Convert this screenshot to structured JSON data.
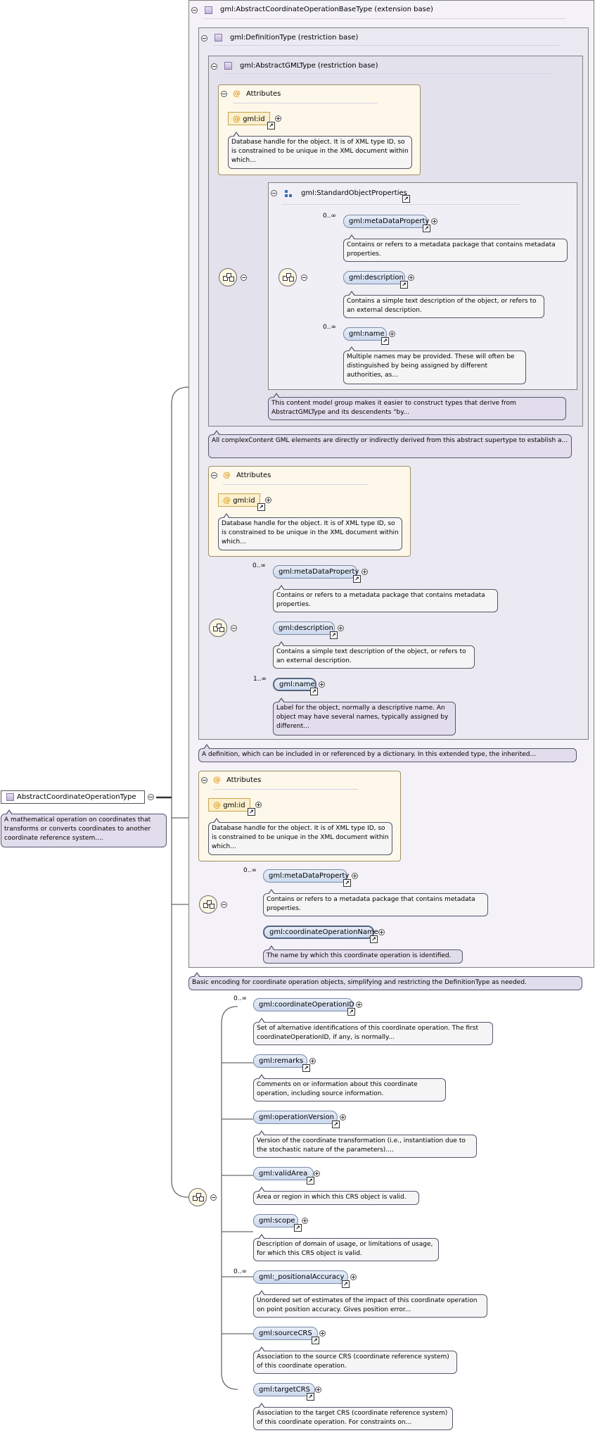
{
  "root": {
    "name": "AbstractCoordinateOperationType",
    "annotation": "A mathematical operation on coordinates that transforms or converts coordinates to another coordinate reference system...."
  },
  "base1": {
    "title": "gml:AbstractCoordinateOperationBaseType (extension base)",
    "annotation": "Basic encoding for coordinate operation objects, simplifying and restricting the DefinitionType as needed."
  },
  "base2": {
    "title": "gml:DefinitionType (restriction base)",
    "annotation": "A definition, which can be included in or referenced by a dictionary. In this extended type, the inherited..."
  },
  "base3": {
    "title": "gml:AbstractGMLType (restriction base)",
    "annotation": "All complexContent GML elements are directly or indirectly derived from this abstract supertype to establish a..."
  },
  "attributes_label": "Attributes",
  "id_attr": {
    "name": "gml:id",
    "annotation": "Database handle for the object. It is of XML type ID, so is constrained to be unique in the XML document within which..."
  },
  "std_group": {
    "name": "gml:StandardObjectProperties",
    "annotation": "This content model group makes it easier to construct types that derive from AbstractGMLType and its descendents \"by..."
  },
  "std_elems": [
    {
      "name": "gml:metaDataProperty",
      "occ": "0..∞",
      "annotation": "Contains or refers to a metadata package that contains metadata properties."
    },
    {
      "name": "gml:description",
      "occ": "",
      "annotation": "Contains a simple text description of the object, or refers to an external description."
    },
    {
      "name": "gml:name",
      "occ": "0..∞",
      "annotation": "Multiple names may be provided. These will often be distinguished by being assigned by different authorities, as..."
    }
  ],
  "def_elems": [
    {
      "name": "gml:metaDataProperty",
      "occ": "0..∞",
      "annotation": "Contains or refers to a metadata package that contains metadata properties."
    },
    {
      "name": "gml:description",
      "occ": "",
      "annotation": "Contains a simple text description of the object, or refers to an external description."
    },
    {
      "name": "gml:name",
      "occ": "1..∞",
      "annotation": "Label for the object, normally a descriptive name. An object may have several names, typically assigned by different..."
    }
  ],
  "base_elems": [
    {
      "name": "gml:metaDataProperty",
      "occ": "0..∞",
      "annotation": "Contains or refers to a metadata package that contains metadata properties."
    },
    {
      "name": "gml:coordinateOperationName",
      "occ": "",
      "annotation": "The name by which this coordinate operation is identified."
    }
  ],
  "ext_elems": [
    {
      "name": "gml:coordinateOperationID",
      "occ": "0..∞",
      "annotation": "Set of alternative identifications of this coordinate operation. The first coordinateOperationID, if any, is normally..."
    },
    {
      "name": "gml:remarks",
      "occ": "",
      "annotation": "Comments on or information about this coordinate operation, including source information."
    },
    {
      "name": "gml:operationVersion",
      "occ": "",
      "annotation": "Version of the coordinate transformation (i.e., instantiation due to the stochastic nature of the parameters)...."
    },
    {
      "name": "gml:validArea",
      "occ": "",
      "annotation": "Area or region in which this CRS object is valid."
    },
    {
      "name": "gml:scope",
      "occ": "",
      "annotation": "Description of domain of usage, or limitations of usage, for which this CRS object is valid."
    },
    {
      "name": "gml:_positionalAccuracy",
      "occ": "0..∞",
      "annotation": "Unordered set of estimates of the impact of this coordinate operation on point position accuracy. Gives position error..."
    },
    {
      "name": "gml:sourceCRS",
      "occ": "",
      "annotation": "Association to the source CRS (coordinate reference system) of this coordinate operation."
    },
    {
      "name": "gml:targetCRS",
      "occ": "",
      "annotation": "Association to the target CRS (coordinate reference system) of this coordinate operation. For constraints on..."
    }
  ]
}
